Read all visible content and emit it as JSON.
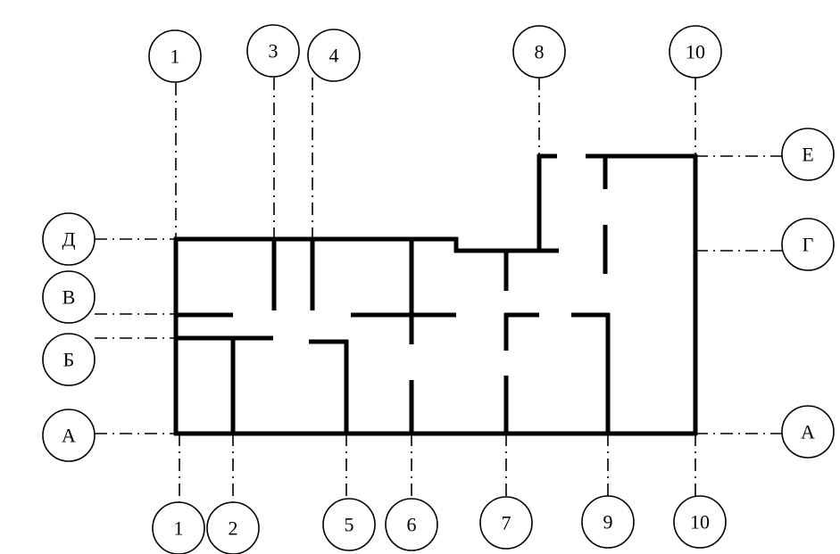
{
  "axes": {
    "top": [
      "1",
      "3",
      "4",
      "8",
      "10"
    ],
    "bottom": [
      "1",
      "2",
      "5",
      "6",
      "7",
      "9",
      "10"
    ],
    "left": [
      "Д",
      "В",
      "Б",
      "А"
    ],
    "right": [
      "Е",
      "Г",
      "А"
    ]
  },
  "colors": {
    "line": "#000000",
    "background": "#ffffff"
  }
}
